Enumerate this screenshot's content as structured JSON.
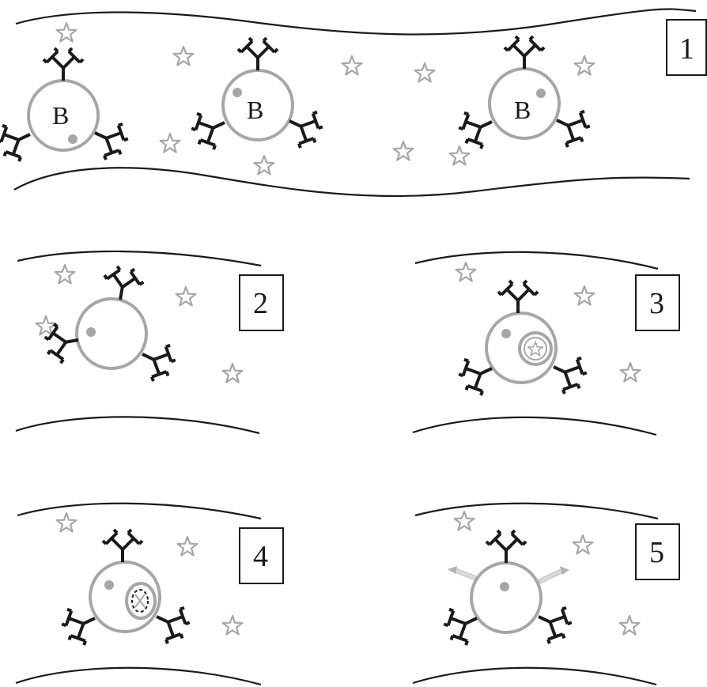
{
  "panels": [
    {
      "number": "1",
      "cells": [
        {
          "letter": "B"
        },
        {
          "letter": "B"
        },
        {
          "letter": "B"
        }
      ]
    },
    {
      "number": "2"
    },
    {
      "number": "3"
    },
    {
      "number": "4"
    },
    {
      "number": "5"
    }
  ],
  "colors": {
    "line": "#1a1a1a",
    "cell": "#a6a6a6",
    "background": "#ffffff"
  },
  "icon_names": [
    "b-cell-icon",
    "antibody-icon",
    "antigen-star-icon",
    "vesicle-icon",
    "secreted-antibody-icon"
  ]
}
